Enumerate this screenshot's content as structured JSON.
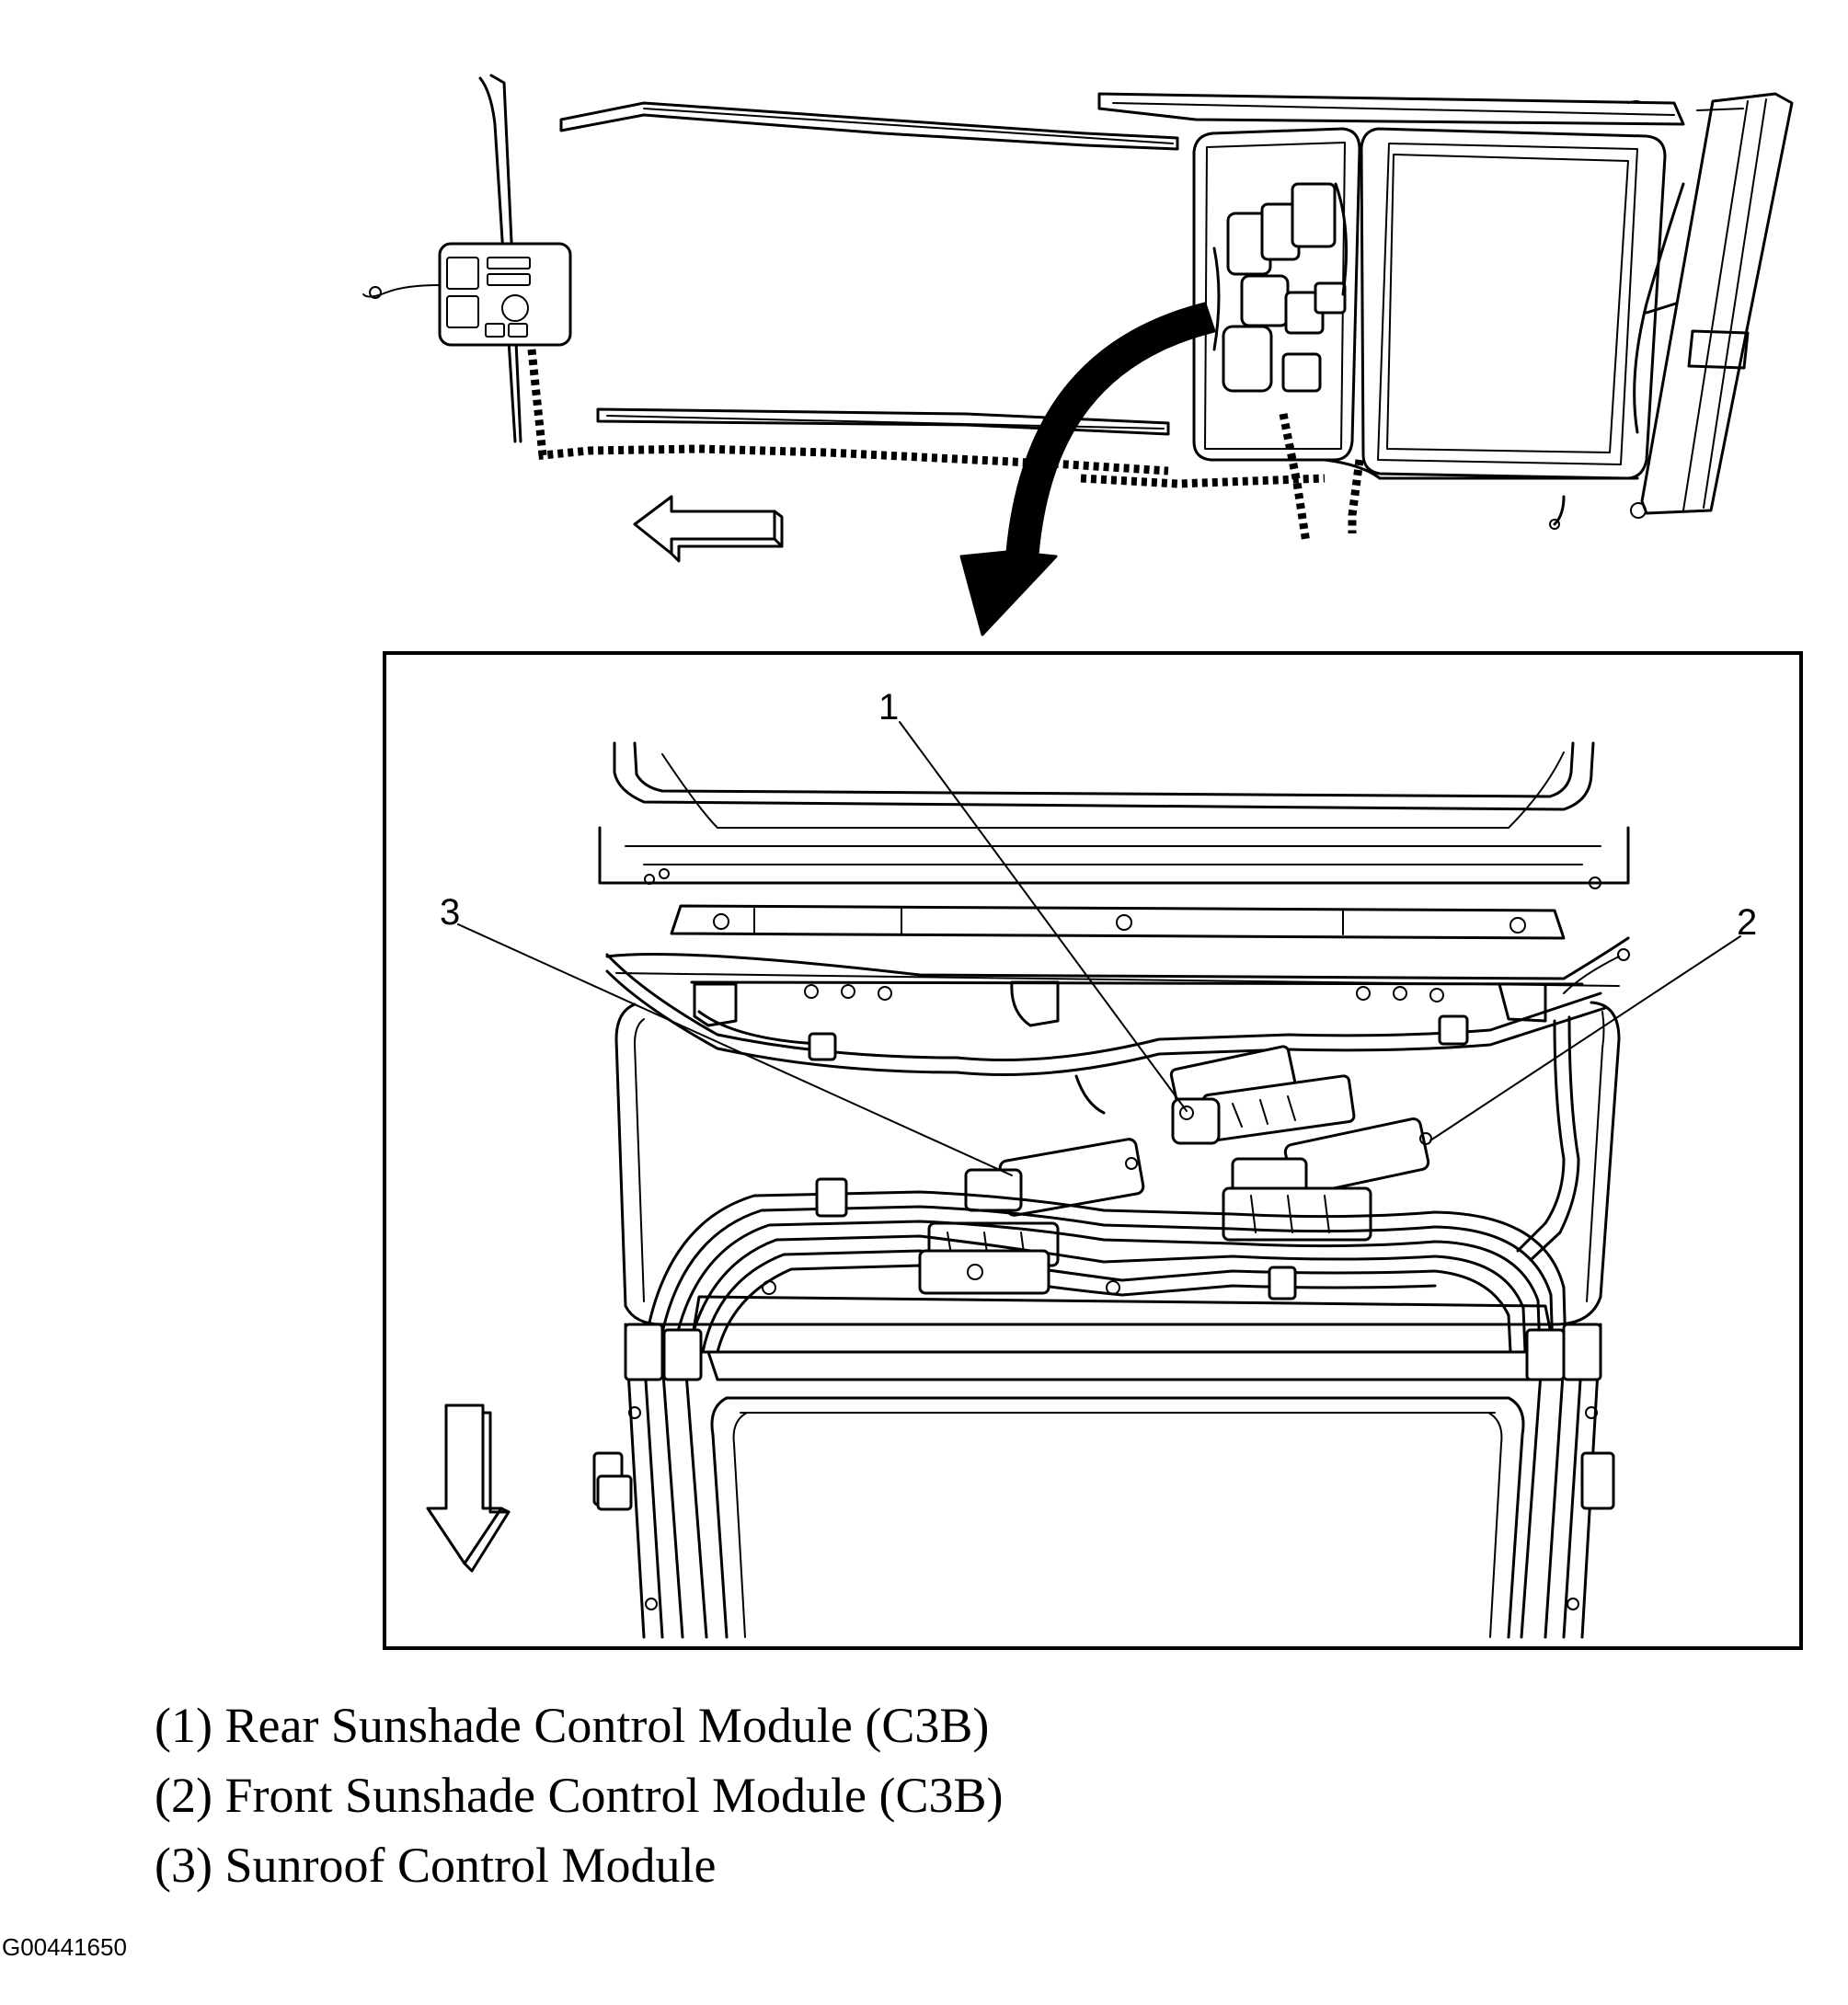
{
  "callouts": [
    {
      "id": "1",
      "label": "1"
    },
    {
      "id": "2",
      "label": "2"
    },
    {
      "id": "3",
      "label": "3"
    }
  ],
  "legend": [
    {
      "id": "1",
      "text": "(1) Rear Sunshade Control Module (C3B)"
    },
    {
      "id": "2",
      "text": "(2) Front Sunshade Control Module (C3B)"
    },
    {
      "id": "3",
      "text": "(3) Sunroof Control Module"
    }
  ],
  "figure_id": "G00441650"
}
